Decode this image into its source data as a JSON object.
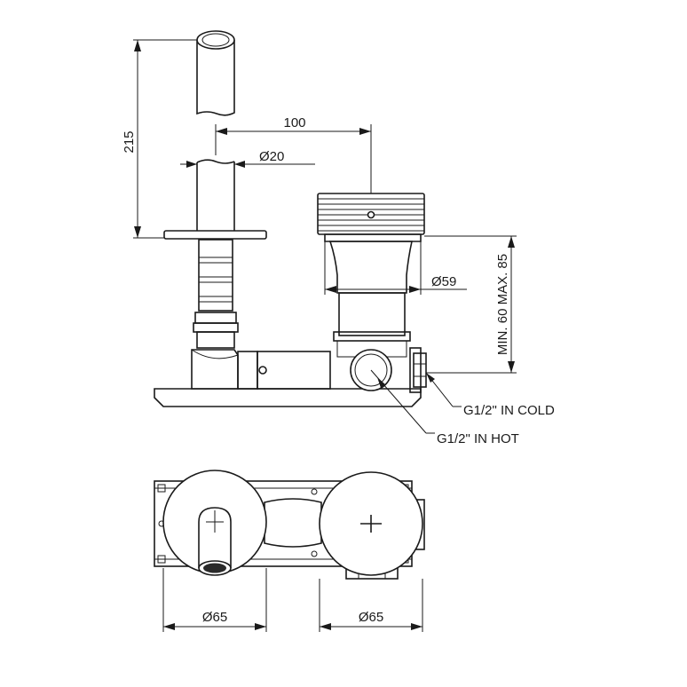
{
  "labels": {
    "dim_215": "215",
    "dim_100": "100",
    "dim_d20": "Ø20",
    "dim_d59": "Ø59",
    "dim_min_max": "MIN. 60 MAX. 85",
    "inlet_cold": "G1/2\" IN COLD",
    "inlet_hot": "G1/2\" IN HOT",
    "dim_d65_left": "Ø65",
    "dim_d65_right": "Ø65"
  }
}
